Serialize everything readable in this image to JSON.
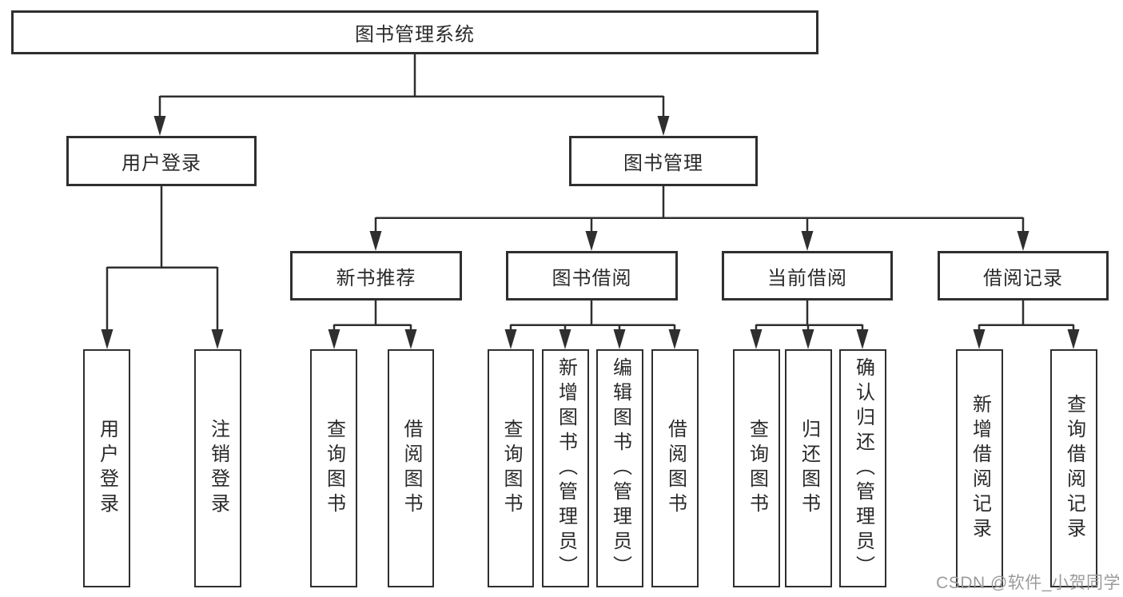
{
  "tree": {
    "root": "图书管理系统",
    "branches": [
      {
        "label": "用户登录",
        "leaves": [
          "用户登录",
          "注销登录"
        ]
      },
      {
        "label": "图书管理",
        "children": [
          {
            "label": "新书推荐",
            "leaves": [
              "查询图书",
              "借阅图书"
            ]
          },
          {
            "label": "图书借阅",
            "leaves": [
              "查询图书",
              "新增图书（管理员）",
              "编辑图书（管理员）",
              "借阅图书"
            ]
          },
          {
            "label": "当前借阅",
            "leaves": [
              "查询图书",
              "归还图书",
              "确认归还（管理员）"
            ]
          },
          {
            "label": "借阅记录",
            "leaves": [
              "新增借阅记录",
              "查询借阅记录"
            ]
          }
        ]
      }
    ]
  },
  "watermark": {
    "text": "CSDN @软件_小贺同学"
  },
  "colors": {
    "line": "#2f2f2f",
    "box_border": "#2f2f2f",
    "box_background": "#ffffff",
    "text": "#2a2a2a",
    "page_background": "#ffffff",
    "watermark": "#9b9b9b"
  }
}
